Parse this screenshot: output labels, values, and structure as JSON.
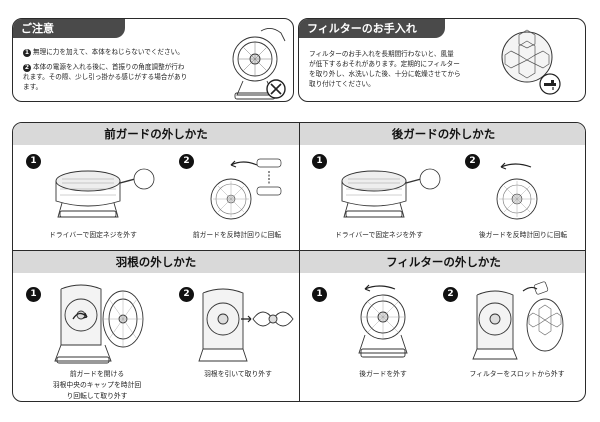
{
  "caution": {
    "title": "ご注意",
    "items": [
      {
        "num": "1",
        "lines": [
          "無理に力を加えて、本体をねじらないでください。"
        ]
      },
      {
        "num": "2",
        "lines": [
          "本体の電源を入れる後に、首振りの角度調整が行わ",
          "れます。その際、少し引っ掛かる感じがする場合があり",
          "ます。"
        ]
      }
    ]
  },
  "filter_care": {
    "title": "フィルターのお手入れ",
    "lines": [
      "フィルターのお手入れを長期間行わないと、風量",
      "が低下するおそれがあります。定期的にフィルター",
      "を取り外し、水洗いした後、十分に乾燥させてから",
      "取り付けてください。"
    ]
  },
  "sections": {
    "front_guard": {
      "title": "前ガードの外しかた",
      "step1": {
        "num": "1",
        "caption": "ドライバーで固定ネジを外す"
      },
      "step2": {
        "num": "2",
        "caption": "前ガードを反時計回りに回転"
      }
    },
    "rear_guard": {
      "title": "後ガードの外しかた",
      "step1": {
        "num": "1",
        "caption": "ドライバーで固定ネジを外す"
      },
      "step2": {
        "num": "2",
        "caption": "後ガードを反時計回りに回転"
      }
    },
    "blade": {
      "title": "羽根の外しかた",
      "step1": {
        "num": "1",
        "caption_lines": [
          "前ガードを開ける",
          "羽根中央のキャップを時計回",
          "り回転して取り外す"
        ]
      },
      "step2": {
        "num": "2",
        "caption": "羽根を引いて取り外す"
      }
    },
    "filter_remove": {
      "title": "フィルターの外しかた",
      "step1": {
        "num": "1",
        "caption": "後ガードを外す"
      },
      "step2": {
        "num": "2",
        "caption": "フィルターをスロットから外す"
      }
    }
  },
  "icons": [
    "prohibited-icon",
    "faucet-icon",
    "fan-illustration",
    "filter-illustration",
    "rotation-arrow-icon"
  ]
}
